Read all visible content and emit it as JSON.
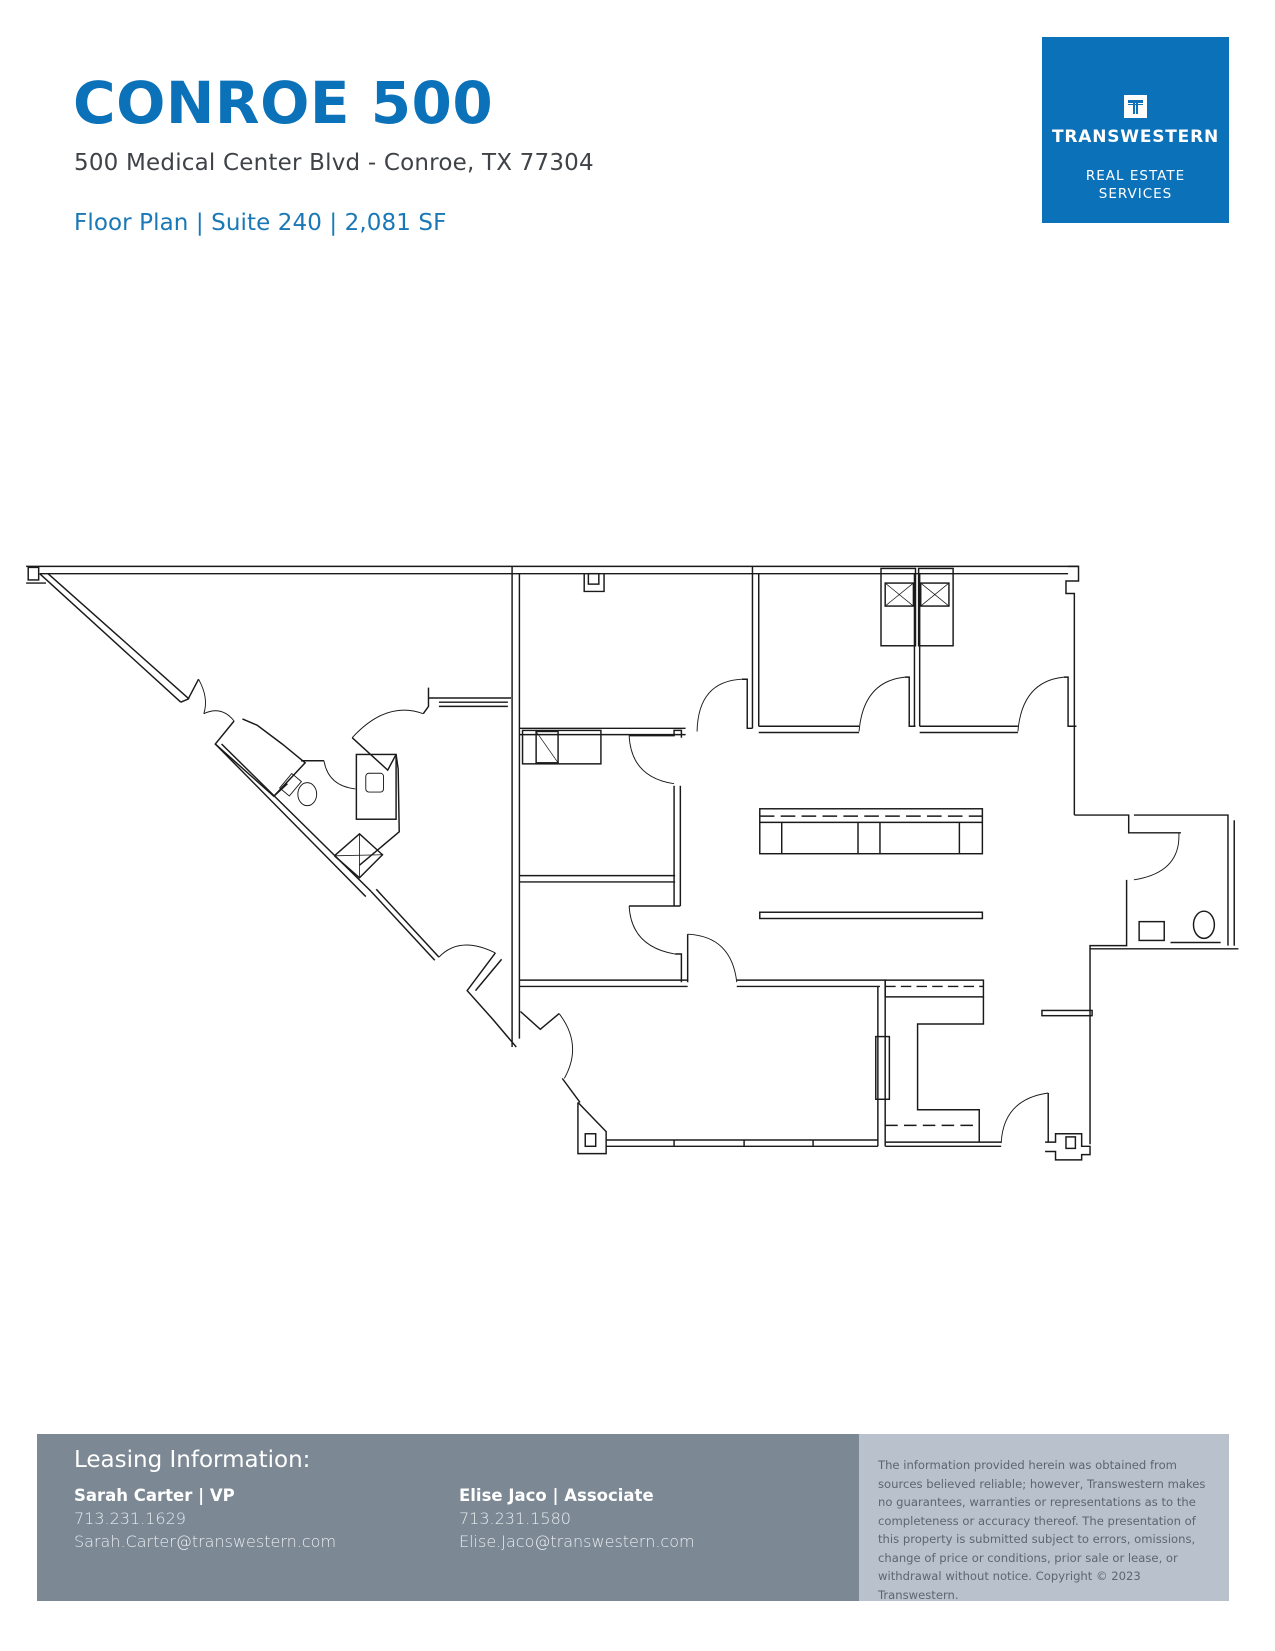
{
  "header": {
    "title": "CONROE 500",
    "address": "500 Medical Center Blvd - Conroe, TX 77304",
    "subtitle": "Floor Plan | Suite 240 | 2,081 SF"
  },
  "logo": {
    "icon": "transwestern-t-icon",
    "brand": "TRANSWESTERN",
    "tagline_line1": "REAL ESTATE",
    "tagline_line2": "SERVICES",
    "background_color": "#0B72B9"
  },
  "floor_plan": {
    "description": "Suite 240 architectural floor plan drawing",
    "line_color": "#1a1a1a"
  },
  "footer": {
    "leasing_title": "Leasing Information:",
    "agents": [
      {
        "name": "Sarah Carter | VP",
        "phone": "713.231.1629",
        "email": "Sarah.Carter@transwestern.com"
      },
      {
        "name": "Elise Jaco | Associate",
        "phone": "713.231.1580",
        "email": "Elise.Jaco@transwestern.com"
      }
    ],
    "disclaimer": "The information provided herein was obtained from sources believed reliable; however, Transwestern makes no guarantees, warranties or representations as to the completeness or accuracy thereof. The presentation of this property is submitted subject to errors, omissions, change of price or conditions, prior sale or lease, or withdrawal without notice. Copyright © 2023 Transwestern.",
    "colors": {
      "contact_panel": "#7c8894",
      "disclaimer_panel": "#b9c2cc"
    }
  }
}
